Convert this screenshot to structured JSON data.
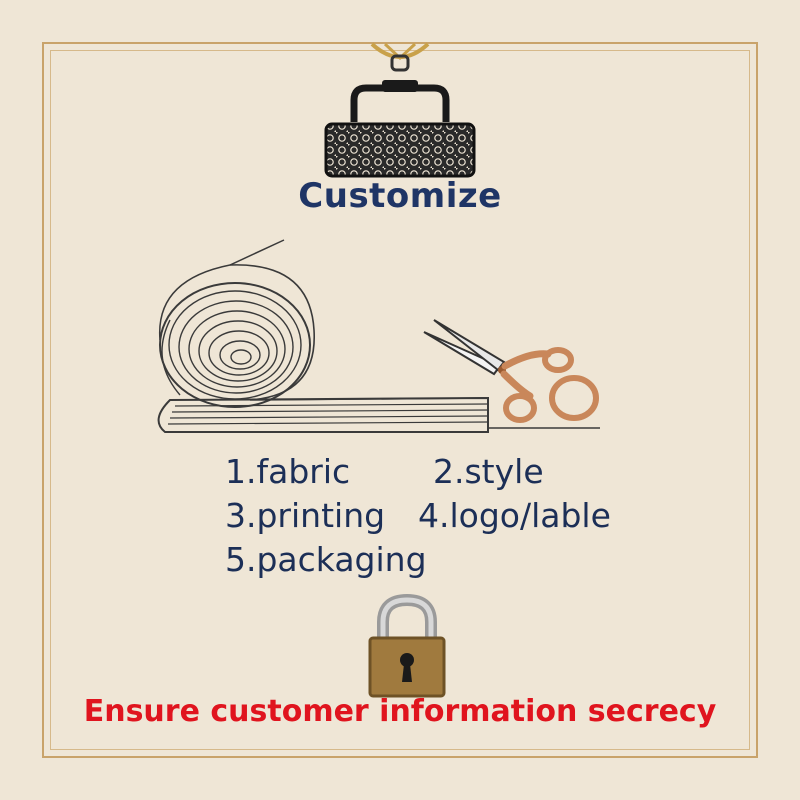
{
  "headline": "Customize",
  "steps": [
    "1.fabric",
    "2.style",
    "3.printing",
    "4.logo/lable",
    "5.packaging"
  ],
  "tagline": "Ensure customer information secrecy",
  "icons": [
    "handbag-icon",
    "fabric-roll-icon",
    "scissors-icon",
    "padlock-icon"
  ],
  "colors": {
    "background": "#efe6d6",
    "frame": "#c9a36a",
    "headline": "#1f3566",
    "steps": "#1c2f57",
    "tagline": "#e0141e"
  }
}
